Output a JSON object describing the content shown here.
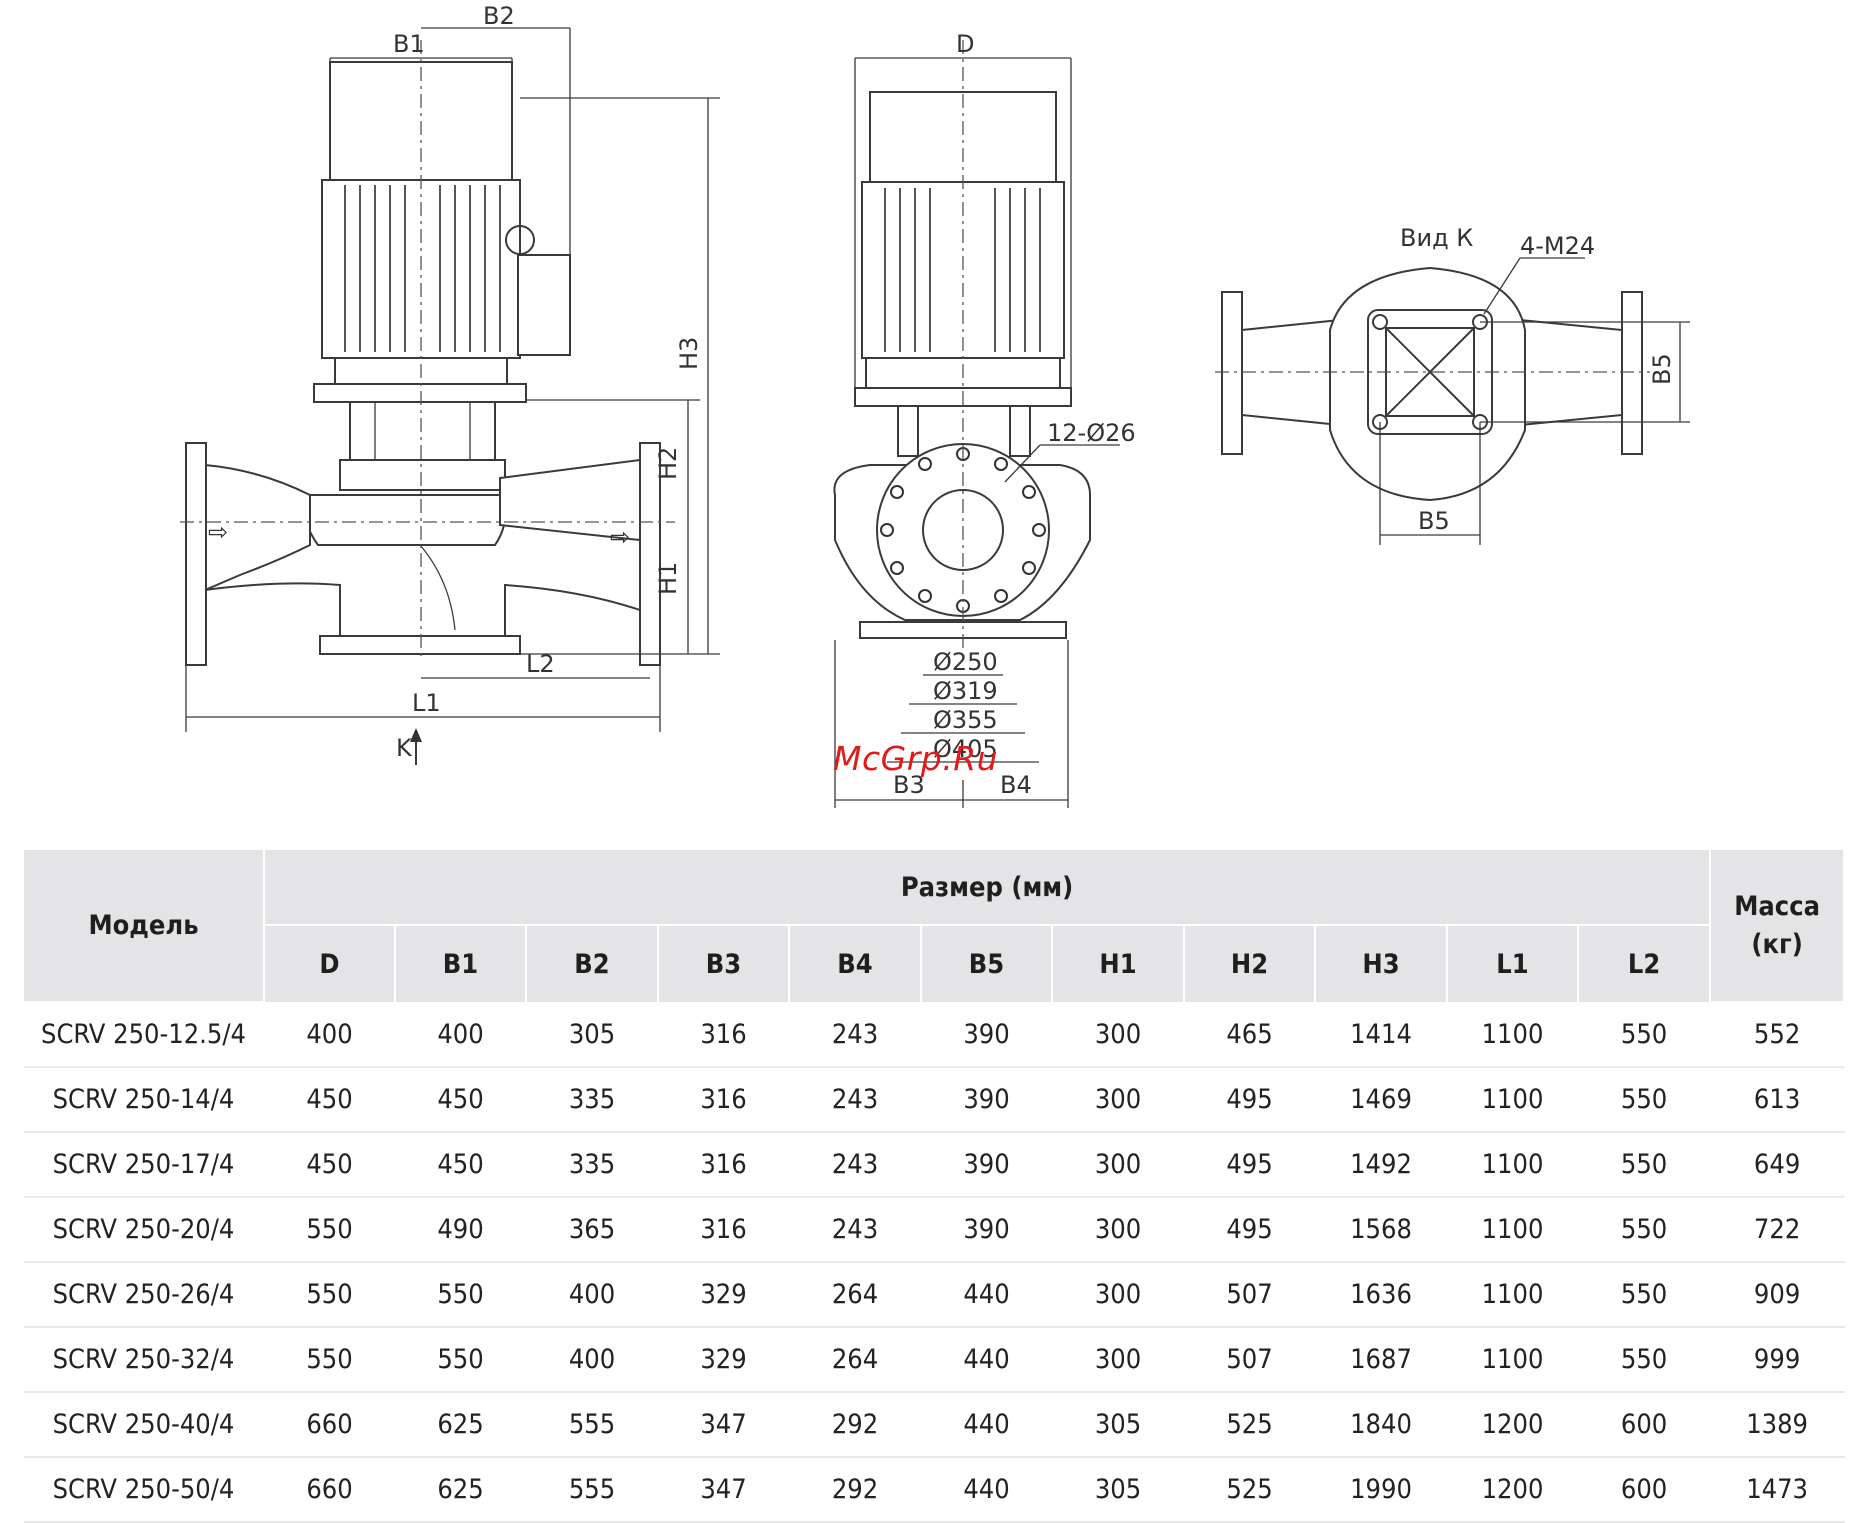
{
  "drawing": {
    "labels": {
      "b1": "B1",
      "b2": "B2",
      "h3": "H3",
      "h2": "H2",
      "h1": "H1",
      "l2": "L2",
      "l1": "L1",
      "k": "K",
      "d": "D",
      "holes": "12-Ø26",
      "d250": "Ø250",
      "d319": "Ø319",
      "d355": "Ø355",
      "d405": "Ø405",
      "b3": "B3",
      "b4": "B4",
      "view_k": "Вид К",
      "bolts": "4-M24",
      "b5_side": "B5",
      "b5_bottom": "B5"
    },
    "watermark": "McGrp.Ru",
    "watermark_color": "#e21a1a"
  },
  "table": {
    "model_header": "Модель",
    "size_header": "Размер (мм)",
    "mass_header_line1": "Масса",
    "mass_header_line2": "(кг)",
    "columns": [
      "D",
      "B1",
      "B2",
      "B3",
      "B4",
      "B5",
      "H1",
      "H2",
      "H3",
      "L1",
      "L2"
    ],
    "rows": [
      {
        "model": "SCRV 250-12.5/4",
        "values": [
          "400",
          "400",
          "305",
          "316",
          "243",
          "390",
          "300",
          "465",
          "1414",
          "1100",
          "550"
        ],
        "mass": "552"
      },
      {
        "model": "SCRV 250-14/4",
        "values": [
          "450",
          "450",
          "335",
          "316",
          "243",
          "390",
          "300",
          "495",
          "1469",
          "1100",
          "550"
        ],
        "mass": "613"
      },
      {
        "model": "SCRV 250-17/4",
        "values": [
          "450",
          "450",
          "335",
          "316",
          "243",
          "390",
          "300",
          "495",
          "1492",
          "1100",
          "550"
        ],
        "mass": "649"
      },
      {
        "model": "SCRV 250-20/4",
        "values": [
          "550",
          "490",
          "365",
          "316",
          "243",
          "390",
          "300",
          "495",
          "1568",
          "1100",
          "550"
        ],
        "mass": "722"
      },
      {
        "model": "SCRV 250-26/4",
        "values": [
          "550",
          "550",
          "400",
          "329",
          "264",
          "440",
          "300",
          "507",
          "1636",
          "1100",
          "550"
        ],
        "mass": "909"
      },
      {
        "model": "SCRV 250-32/4",
        "values": [
          "550",
          "550",
          "400",
          "329",
          "264",
          "440",
          "300",
          "507",
          "1687",
          "1100",
          "550"
        ],
        "mass": "999"
      },
      {
        "model": "SCRV 250-40/4",
        "values": [
          "660",
          "625",
          "555",
          "347",
          "292",
          "440",
          "305",
          "525",
          "1840",
          "1200",
          "600"
        ],
        "mass": "1389"
      },
      {
        "model": "SCRV 250-50/4",
        "values": [
          "660",
          "625",
          "555",
          "347",
          "292",
          "440",
          "305",
          "525",
          "1990",
          "1200",
          "600"
        ],
        "mass": "1473"
      }
    ]
  }
}
